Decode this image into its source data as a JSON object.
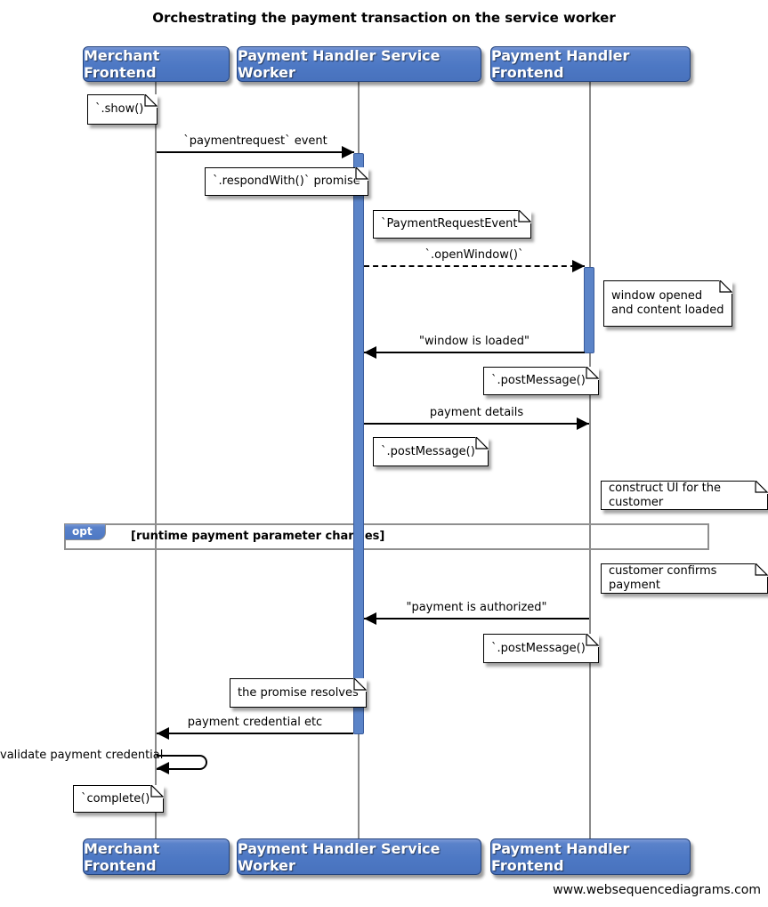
{
  "title": "Orchestrating the payment transaction on the service worker",
  "actors": [
    {
      "name": "Merchant Frontend"
    },
    {
      "name": "Payment Handler Service Worker"
    },
    {
      "name": "Payment Handler Frontend"
    }
  ],
  "messages": [
    {
      "label": "`paymentrequest` event",
      "from": "Merchant Frontend",
      "to": "Payment Handler Service Worker",
      "style": "solid"
    },
    {
      "label": "`.openWindow()`",
      "from": "Payment Handler Service Worker",
      "to": "Payment Handler Frontend",
      "style": "dashed"
    },
    {
      "label": "\"window is loaded\"",
      "from": "Payment Handler Frontend",
      "to": "Payment Handler Service Worker",
      "style": "solid"
    },
    {
      "label": "payment details",
      "from": "Payment Handler Service Worker",
      "to": "Payment Handler Frontend",
      "style": "solid"
    },
    {
      "label": "\"payment is authorized\"",
      "from": "Payment Handler Frontend",
      "to": "Payment Handler Service Worker",
      "style": "solid"
    },
    {
      "label": "payment credential etc",
      "from": "Payment Handler Service Worker",
      "to": "Merchant Frontend",
      "style": "solid"
    },
    {
      "label": "validate payment credential",
      "from": "Merchant Frontend",
      "to": "Merchant Frontend",
      "style": "self"
    }
  ],
  "notes": [
    {
      "text": "`.show()`",
      "position": "left of Merchant Frontend"
    },
    {
      "text": "`.respondWith()` promise",
      "position": "left of Payment Handler Service Worker"
    },
    {
      "text": "`PaymentRequestEvent`",
      "position": "right of Payment Handler Service Worker"
    },
    {
      "text": "window opened\nand content loaded",
      "position": "right of Payment Handler Frontend"
    },
    {
      "text": "`.postMessage()`",
      "position": "left of Payment Handler Frontend"
    },
    {
      "text": "`.postMessage()`",
      "position": "right of Payment Handler Service Worker"
    },
    {
      "text": "construct UI for the customer",
      "position": "right of Payment Handler Frontend"
    },
    {
      "text": "customer confirms payment",
      "position": "right of Payment Handler Frontend"
    },
    {
      "text": "`.postMessage()`",
      "position": "left of Payment Handler Frontend"
    },
    {
      "text": "the promise resolves",
      "position": "left of Payment Handler Service Worker"
    },
    {
      "text": "`complete()`",
      "position": "left of Merchant Frontend"
    }
  ],
  "frame": {
    "operator": "opt",
    "guard": "[runtime payment parameter changes]"
  },
  "footer": "www.websequencediagrams.com",
  "colors": {
    "actor_fill": "#4d78c4",
    "actor_border": "#24437c",
    "activation_fill": "#5b84c8",
    "activation_border": "#3a5c9c",
    "lifeline": "#8a8a8a",
    "frame_border": "#8f8f8f"
  }
}
